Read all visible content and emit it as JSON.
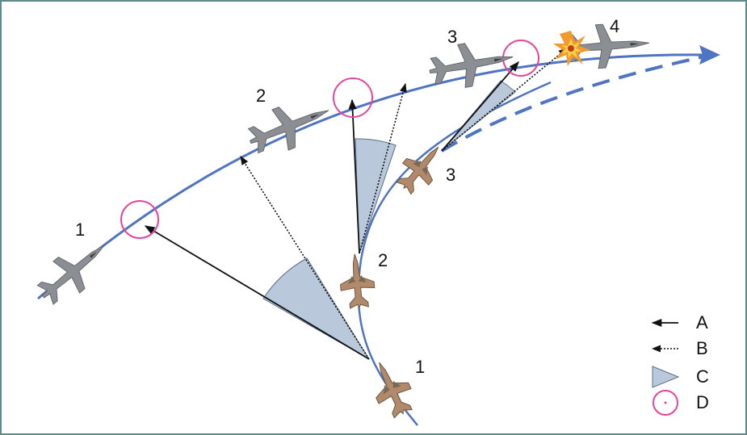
{
  "target_positions": [
    "1",
    "2",
    "3",
    "4"
  ],
  "fighter_positions": [
    "1",
    "2",
    "3"
  ],
  "legend": [
    {
      "key": "A",
      "symbol": "solid-arrow-icon"
    },
    {
      "key": "B",
      "symbol": "dotted-arrow-icon"
    },
    {
      "key": "C",
      "symbol": "angle-wedge-icon"
    },
    {
      "key": "D",
      "symbol": "aim-circle-icon"
    }
  ],
  "colors": {
    "flight_path": "#4f74c1",
    "aim_circle": "#e2479a",
    "angle_wedge": "#b9c8da",
    "arrow": "#111111",
    "frame_border": "#5f8a8a"
  }
}
